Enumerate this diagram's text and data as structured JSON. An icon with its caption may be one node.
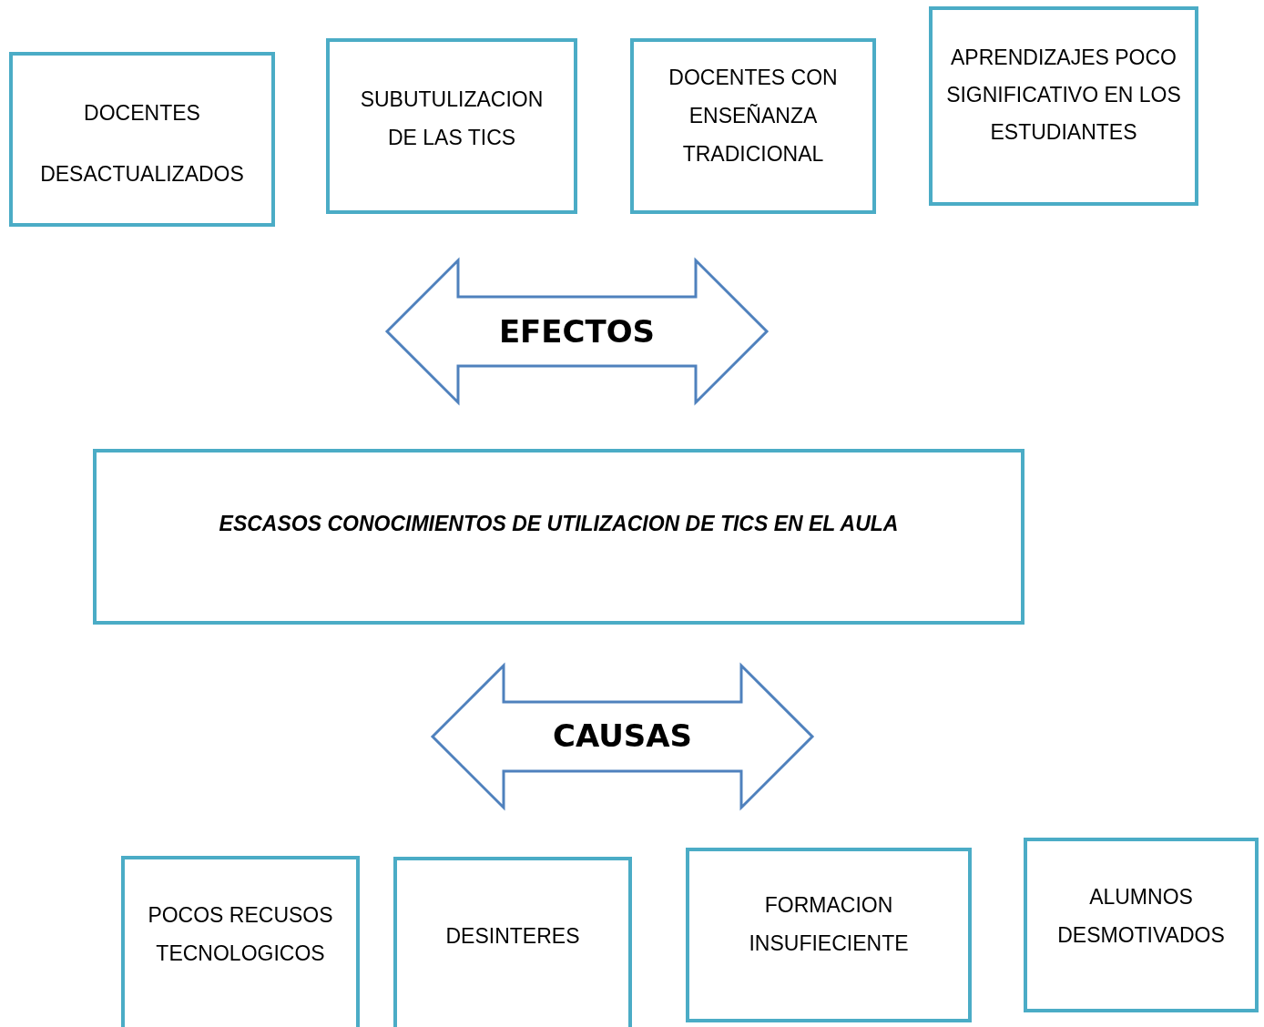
{
  "diagram": {
    "nodes": [
      {
        "text": [
          "DOCENTES DESACTUALIZADOS"
        ]
      },
      {
        "text": [
          "SUBUTULIZACION DE LAS TICS"
        ]
      },
      {
        "text": [
          "DOCENTES CON ENSEÑANZA TRADICIONAL"
        ]
      },
      {
        "text": [
          "APRENDIZAJES POCO SIGNIFICATIVO EN LOS ESTUDIANTES"
        ]
      },
      {
        "text": [
          "ESCASOS CONOCIMIENTOS DE UTILIZACION DE TICS EN EL AULA"
        ]
      },
      {
        "text": [
          "POCOS RECUSOS TECNOLOGICOS"
        ]
      },
      {
        "text": [
          "DESINTERES"
        ]
      },
      {
        "text": [
          "FORMACION INSUFIECIENTE"
        ]
      },
      {
        "text": [
          "ALUMNOS DESMOTIVADOS"
        ]
      }
    ],
    "edges": [
      {
        "from": 4,
        "to": 1,
        "arrow": "both",
        "label": "EFECTOS",
        "style": "thick"
      },
      {
        "from": 4,
        "to": 7,
        "arrow": "both",
        "label": "CAUSAS",
        "style": "thick"
      }
    ]
  }
}
